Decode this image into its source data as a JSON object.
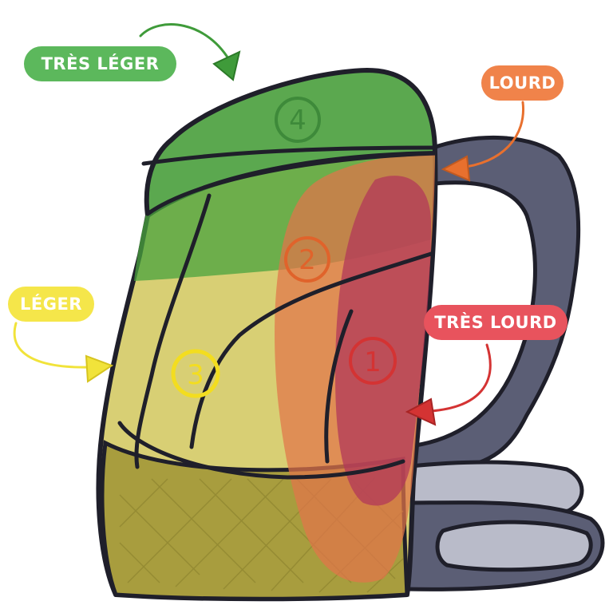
{
  "labels": {
    "tres_leger": "TRÈS LÉGER",
    "lourd": "LOURD",
    "leger": "LÉGER",
    "tres_lourd": "TRÈS LOURD"
  },
  "zones": {
    "z1": "1",
    "z2": "2",
    "z3": "3",
    "z4": "4"
  },
  "colors": {
    "tres_leger": "#5cb85c",
    "lourd": "#f0834a",
    "leger": "#f5e64a",
    "tres_lourd": "#e8535d",
    "zone4_num": "#3e8a3a",
    "zone2_num": "#e0632b",
    "zone3_num": "#f3dd1f",
    "zone1_num": "#d43333",
    "outline": "#1f1f2a",
    "frame": "#5b5e75",
    "pad": "#b9bbc9"
  }
}
